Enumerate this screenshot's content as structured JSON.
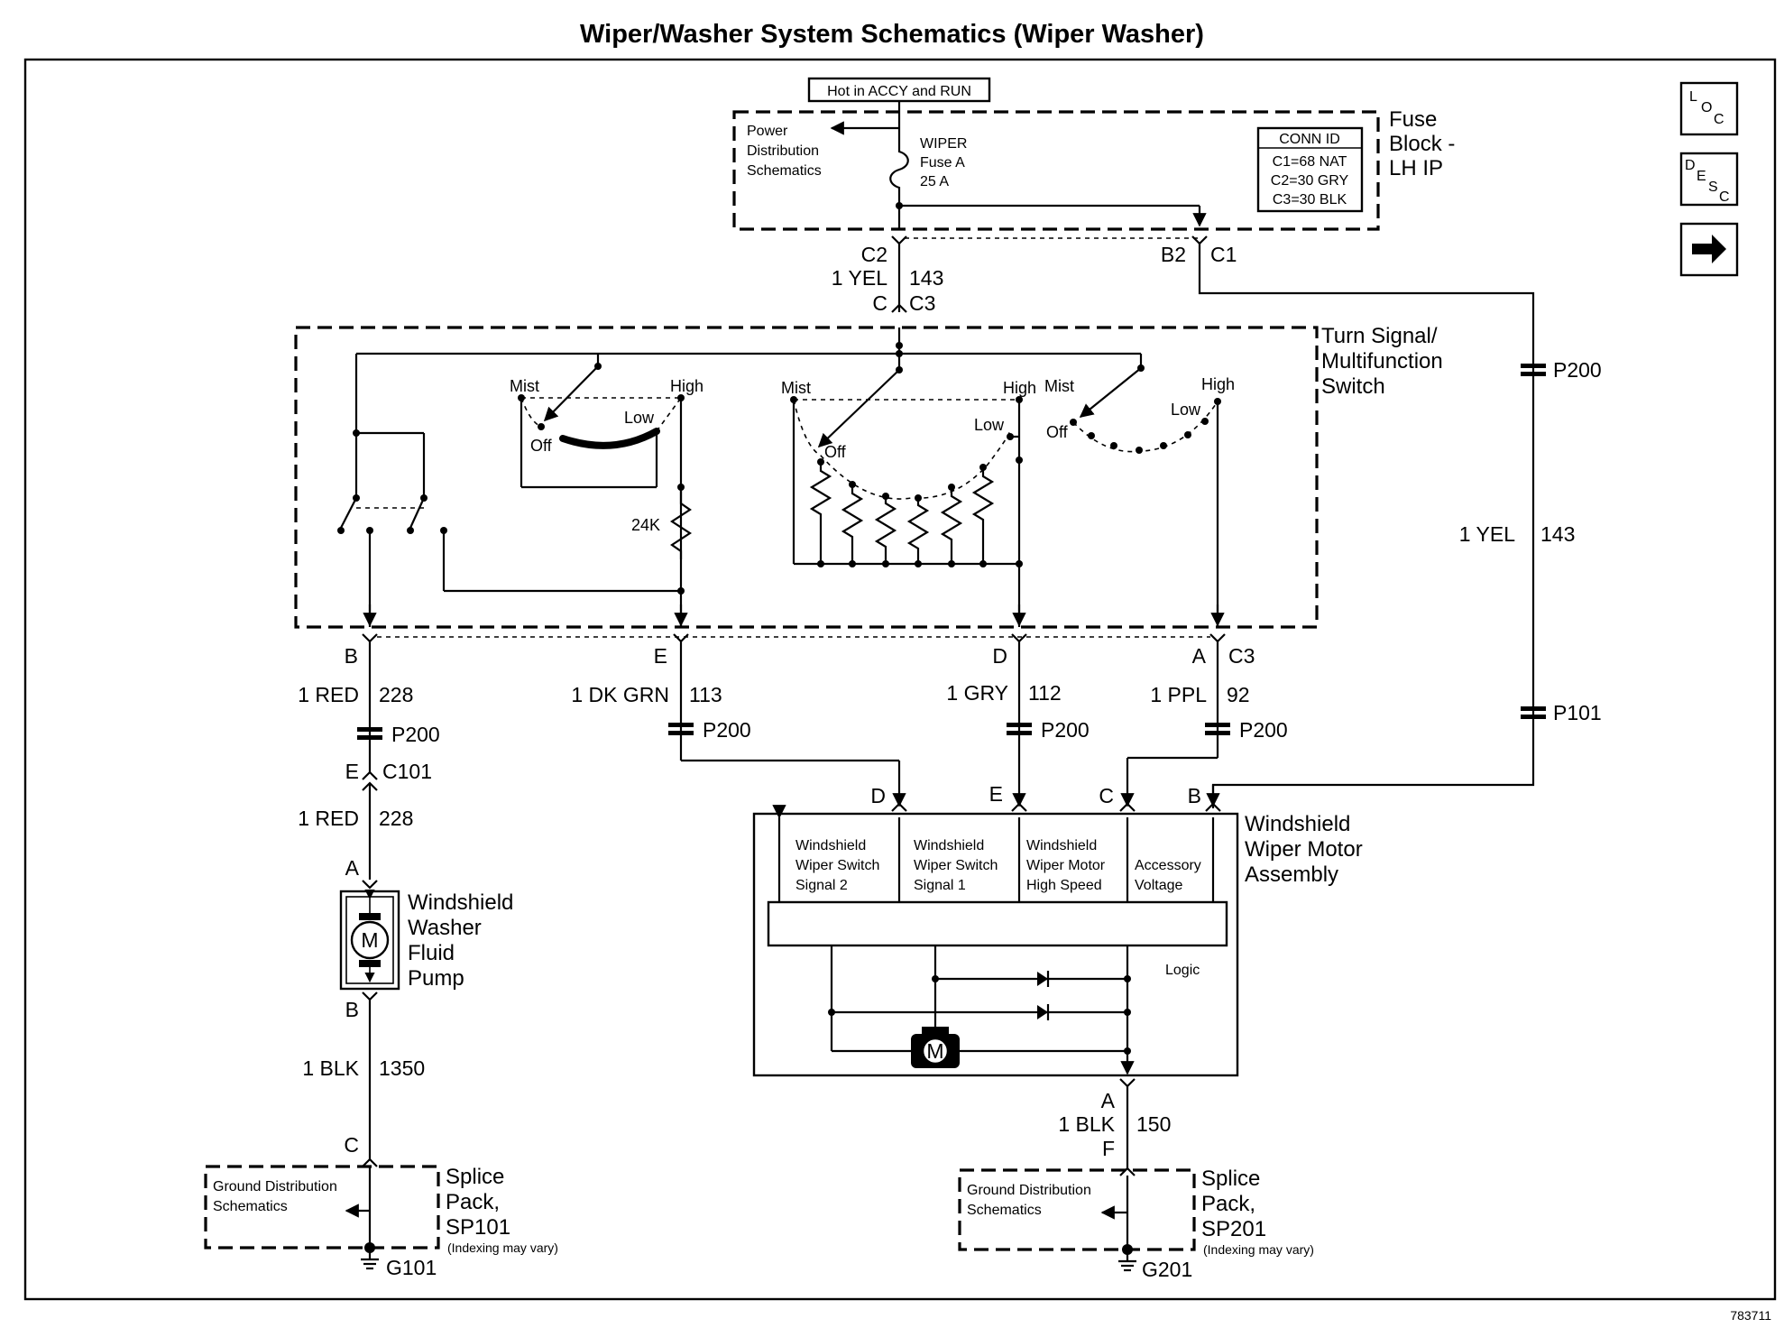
{
  "title": "Wiper/Washer System Schematics (Wiper Washer)",
  "buttons": {
    "loc": [
      "L",
      "O",
      "C"
    ],
    "desc": [
      "D",
      "E",
      "S",
      "C"
    ]
  },
  "fuse_block": {
    "hot_label": "Hot in ACCY and RUN",
    "name": [
      "Fuse",
      "Block -",
      "LH IP"
    ],
    "power_dist": [
      "Power",
      "Distribution",
      "Schematics"
    ],
    "fuse": [
      "WIPER",
      "Fuse A",
      "25 A"
    ],
    "conn_id": {
      "header": "CONN ID",
      "rows": [
        "C1=68 NAT",
        "C2=30 GRY",
        "C3=30 BLK"
      ]
    }
  },
  "switch": {
    "name": [
      "Turn Signal/",
      "Multifunction",
      "Switch"
    ],
    "pos": {
      "mist": "Mist",
      "high": "High",
      "low": "Low",
      "off": "Off"
    },
    "resistor": "24K"
  },
  "conn": {
    "c2": "C2",
    "c3": "C3",
    "c": "C",
    "c1": "C1",
    "b2": "B2",
    "b": "B",
    "e": "E",
    "d": "D",
    "a": "A",
    "c101": "C101",
    "f": "F"
  },
  "wires": {
    "w143": {
      "color": "1 YEL",
      "circuit": "143"
    },
    "w228": {
      "color": "1 RED",
      "circuit": "228"
    },
    "w113": {
      "color": "1 DK GRN",
      "circuit": "113"
    },
    "w112": {
      "color": "1 GRY",
      "circuit": "112"
    },
    "w92": {
      "color": "1 PPL",
      "circuit": "92"
    },
    "w1350": {
      "color": "1 BLK",
      "circuit": "1350"
    },
    "w150": {
      "color": "1 BLK",
      "circuit": "150"
    }
  },
  "inline": {
    "p200": "P200",
    "p101": "P101"
  },
  "pump": {
    "name": [
      "Windshield",
      "Washer",
      "Fluid",
      "Pump"
    ],
    "motor": "M"
  },
  "motor_assy": {
    "name": [
      "Windshield",
      "Wiper Motor",
      "Assembly"
    ],
    "cells": [
      [
        "Windshield",
        "Wiper Switch",
        "Signal 2"
      ],
      [
        "Windshield",
        "Wiper Switch",
        "Signal 1"
      ],
      [
        "Windshield",
        "Wiper Motor",
        "High Speed"
      ],
      [
        "Accessory",
        "Voltage"
      ]
    ],
    "logic": "Logic",
    "motor": "M"
  },
  "splice1": {
    "gd": [
      "Ground Distribution",
      "Schematics"
    ],
    "name": [
      "Splice",
      "Pack,",
      "SP101"
    ],
    "note": "(Indexing may vary)",
    "ground": "G101"
  },
  "splice2": {
    "gd": [
      "Ground Distribution",
      "Schematics"
    ],
    "name": [
      "Splice",
      "Pack,",
      "SP201"
    ],
    "note": "(Indexing may vary)",
    "ground": "G201"
  },
  "figure_id": "783711"
}
